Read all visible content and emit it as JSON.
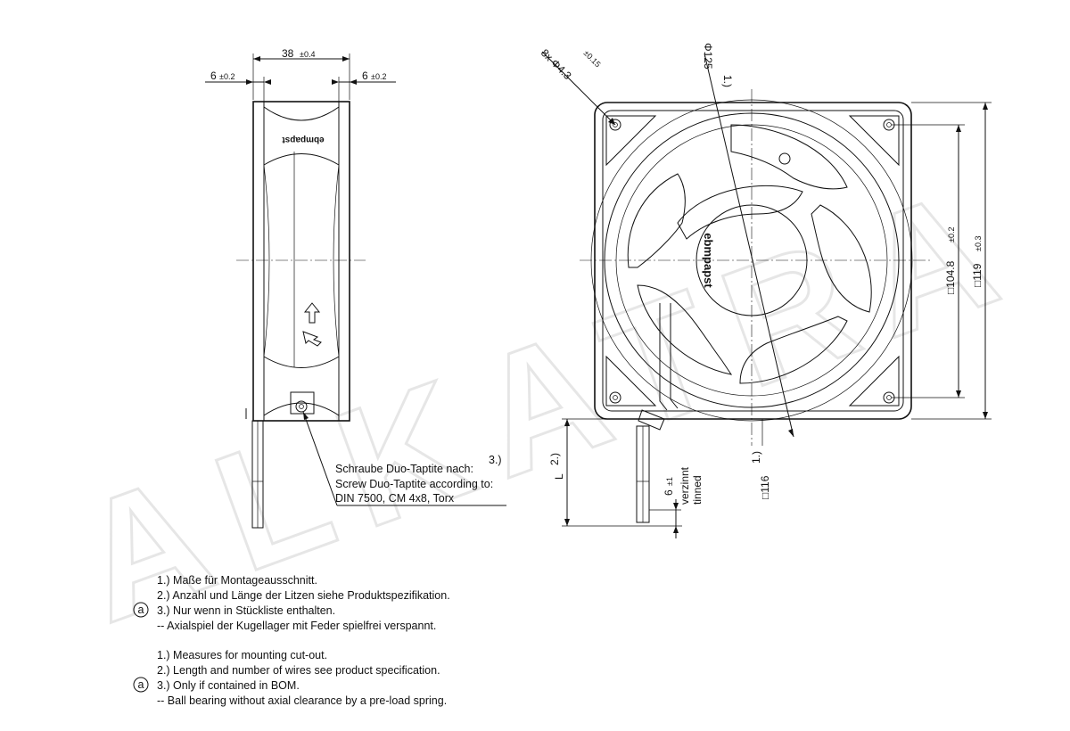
{
  "dimensions": {
    "side_width": "38",
    "side_width_tol": "±0.4",
    "flange_left": "6",
    "flange_left_tol": "±0.2",
    "flange_right": "6",
    "flange_right_tol": "±0.2",
    "holes": "8x Φ4.3",
    "holes_tol": "±0.15",
    "diameter": "Φ125",
    "diameter_note": "1.)",
    "hole_pitch": "□104.8",
    "hole_pitch_tol": "±0.2",
    "frame_size": "□119",
    "frame_size_tol": "±0.3",
    "cutout": "□116",
    "cutout_note": "1.)",
    "lead_length": "L",
    "lead_note": "2.)",
    "strip_length": "6",
    "strip_tol": "±1",
    "strip_label_de": "verzinnt",
    "strip_label_en": "tinned"
  },
  "brand_label": "ebmpapst",
  "screw_callout": {
    "ref": "3.)",
    "line1": "Schraube Duo-Taptite nach:",
    "line2": "Screw Duo-Taptite according to:",
    "line3": "DIN 7500, CM 4x8, Torx"
  },
  "notes_de": [
    "1.) Maße für Montageausschnitt.",
    "2.) Anzahl und Länge der Litzen siehe Produktspezifikation.",
    "3.) Nur wenn in Stückliste enthalten.",
    "-- Axialspiel der Kugellager mit Feder spielfrei verspannt."
  ],
  "notes_en": [
    "1.) Measures for mounting cut-out.",
    "2.) Length and number of wires see product specification.",
    "3.) Only if contained in BOM.",
    "-- Ball bearing without axial clearance by a pre-load spring."
  ],
  "note_marker": "a",
  "watermark": "ALKATRA"
}
